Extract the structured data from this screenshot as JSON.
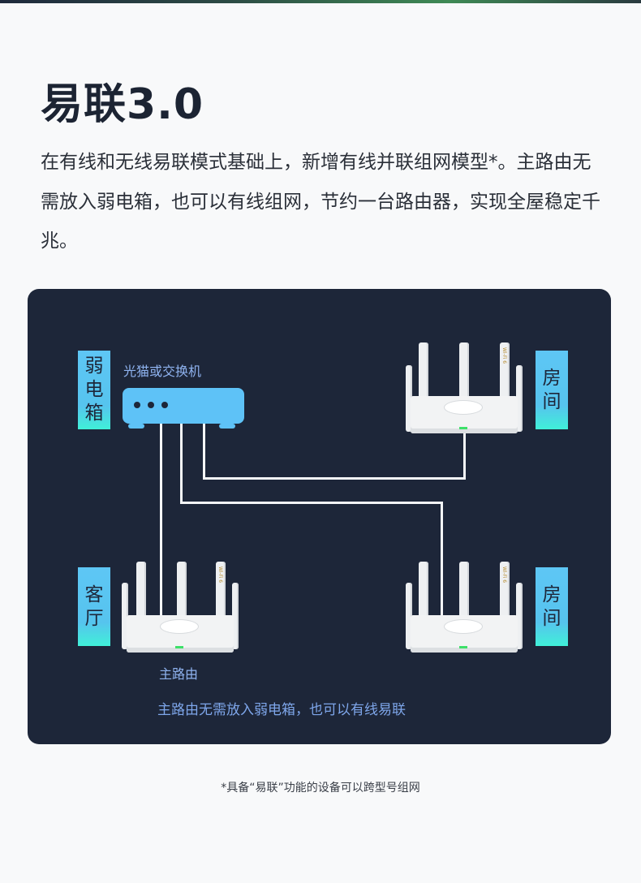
{
  "header": {
    "title": "易联3.0",
    "description": "在有线和无线易联模式基础上，新增有线并联组网模型*。主路由无需放入弱电箱，也可以有线组网，节约一台路由器，实现全屋稳定千兆。"
  },
  "diagram": {
    "switch_label": "光猫或交换机",
    "location_tags": {
      "weak_box": "弱\n电\n箱",
      "room_top": "房\n间",
      "living_room": "客\n厅",
      "room_bottom": "房\n间"
    },
    "main_router_label": "主路由",
    "caption": "主路由无需放入弱电箱，也可以有线易联",
    "router_logo": "Wi-Fi 6",
    "colors": {
      "panel_bg": "#1d2639",
      "switch": "#5ec2f7",
      "label_text": "#8fb3f0",
      "tag_gradient_top": "#5ec6f5",
      "tag_gradient_bottom": "#40f0d8",
      "cable": "#f4f6f8"
    }
  },
  "footnote": "*具备“易联”功能的设备可以跨型号组网"
}
